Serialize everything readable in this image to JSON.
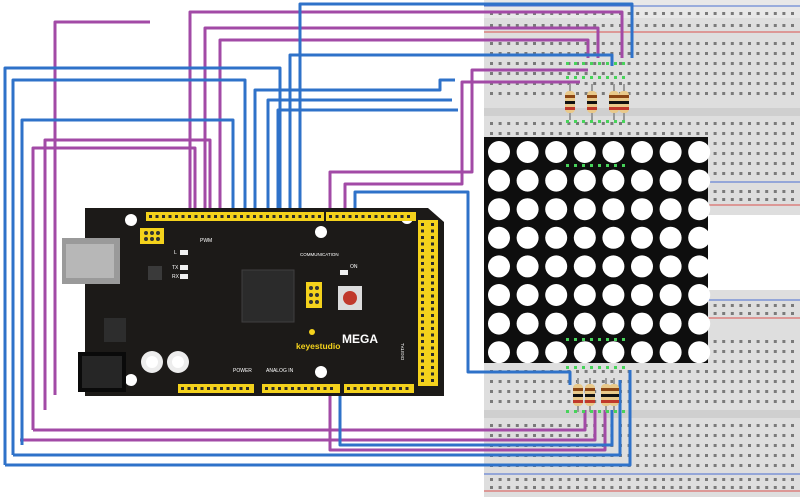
{
  "board": {
    "brand": "keyestudio",
    "model": "MEGA",
    "labels": {
      "pwm": "PWM",
      "communication": "COMMUNICATION",
      "power": "POWER",
      "analog_in": "ANALOG IN",
      "digital": "DIGITAL",
      "led_l": "L",
      "led_tx": "TX",
      "led_rx": "RX",
      "led_on": "ON"
    }
  },
  "colors": {
    "breadboard": "#dedede",
    "breadboard_hole": "#7a7a7a",
    "rail_red": "#d9534f",
    "rail_blue": "#4a6fd1",
    "wire_purple": "#a24aa6",
    "wire_blue": "#2f72c9",
    "board": "#1c1a18",
    "header": "#f4d21c",
    "matrix_body": "#0e0e0e",
    "matrix_dot": "#ffffff",
    "pin_green": "#47d35a"
  },
  "matrix": {
    "rows": 8,
    "cols": 8
  }
}
